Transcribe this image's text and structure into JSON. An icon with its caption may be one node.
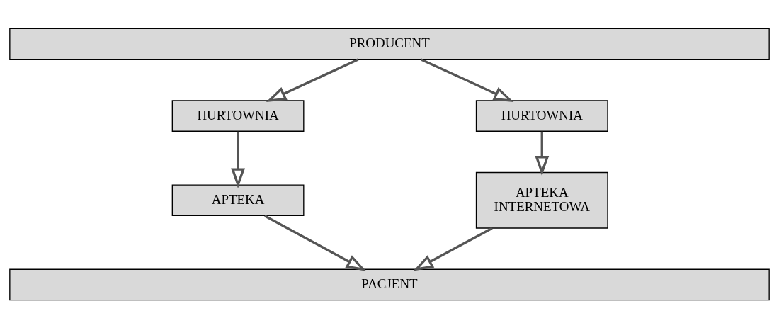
{
  "diagram": {
    "nodes": [
      {
        "text": [
          "PRODUCENT"
        ]
      },
      {
        "text": [
          "HURTOWNIA"
        ]
      },
      {
        "text": [
          "HURTOWNIA"
        ]
      },
      {
        "text": [
          "APTEKA"
        ]
      },
      {
        "text": [
          "APTEKA INTERNETOWA"
        ]
      },
      {
        "text": [
          "PACJENT"
        ]
      }
    ],
    "edges": [
      {
        "from": 0,
        "to": 1,
        "arrow": "to"
      },
      {
        "from": 0,
        "to": 2,
        "arrow": "to"
      },
      {
        "from": 1,
        "to": 3,
        "arrow": "to"
      },
      {
        "from": 2,
        "to": 4,
        "arrow": "to"
      },
      {
        "from": 3,
        "to": 5,
        "arrow": "to"
      },
      {
        "from": 4,
        "to": 5,
        "arrow": "to"
      }
    ]
  }
}
